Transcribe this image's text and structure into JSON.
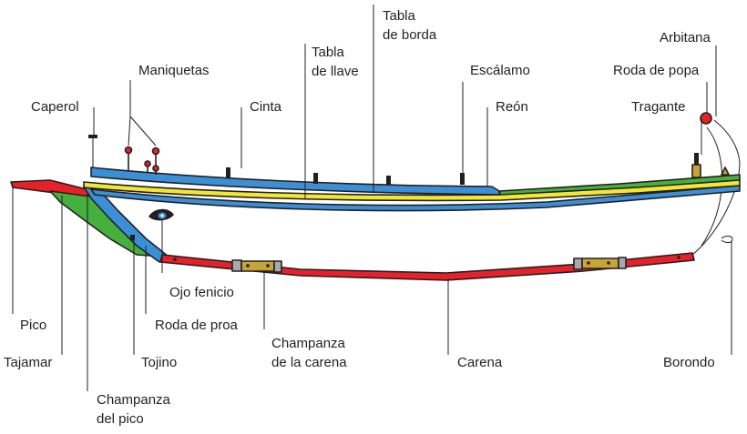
{
  "labels": {
    "tabla_de_borda": [
      "Tabla",
      "de borda"
    ],
    "arbitana": "Arbitana",
    "maniquetas": "Maniquetas",
    "tabla_de_llave": [
      "Tabla",
      "de llave"
    ],
    "escalamo": "Escálamo",
    "roda_de_popa": "Roda de popa",
    "caperol": "Caperol",
    "cinta": "Cinta",
    "reon": "Reón",
    "tragante": "Tragante",
    "ojo_fenicio": "Ojo fenicio",
    "pico": "Pico",
    "roda_de_proa": "Roda de proa",
    "champanza_de_la_carena": [
      "Champanza",
      "de la carena"
    ],
    "tajamar": "Tajamar",
    "tojino": "Tojino",
    "carena": "Carena",
    "borondo": "Borondo",
    "champanza_del_pico": [
      "Champanza",
      "del pico"
    ]
  },
  "colors": {
    "red": "#e8202a",
    "blue": "#3b8fd6",
    "green": "#45b03d",
    "yellow": "#f2e834",
    "gold": "#c8a437",
    "gray": "#a7a9ac",
    "outline": "#231f20"
  }
}
